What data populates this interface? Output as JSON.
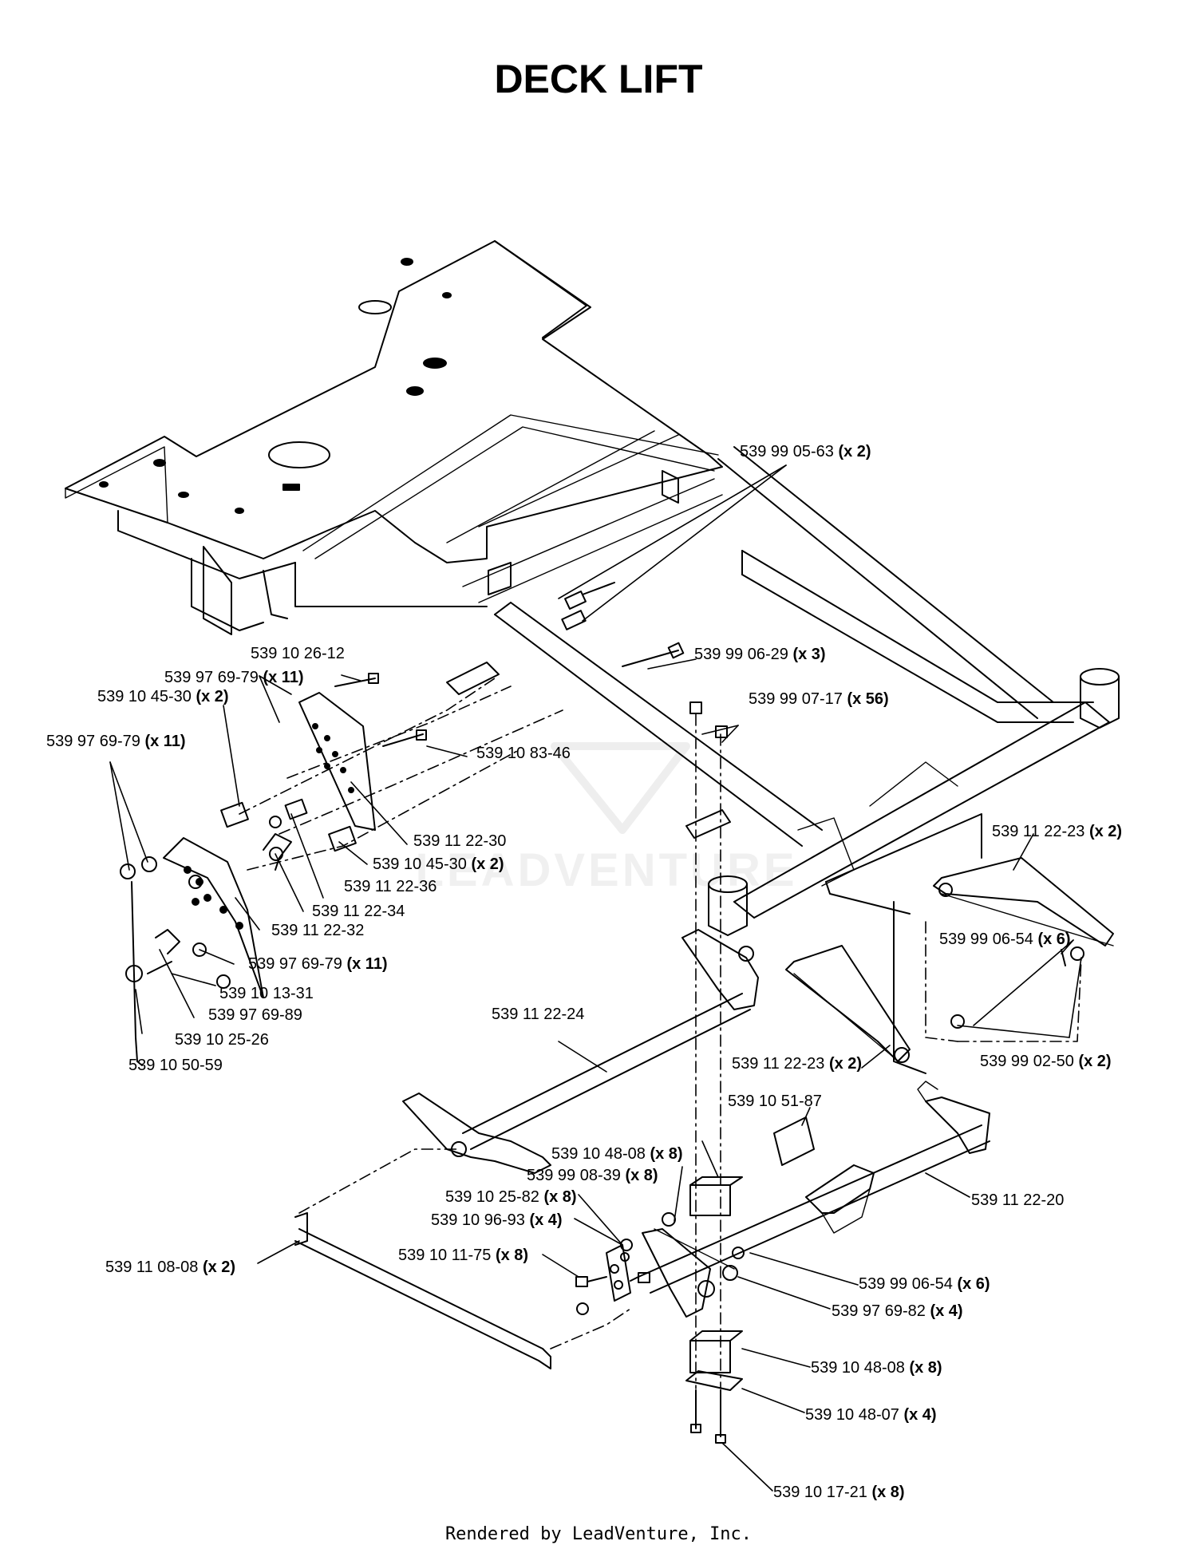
{
  "title": "DECK LIFT",
  "footer": "Rendered by LeadVenture, Inc.",
  "watermark": "LEADVENTURE",
  "labels": [
    {
      "part": "539 99 05-63",
      "qty": "(x 2)"
    },
    {
      "part": "539 99 06-29",
      "qty": "(x 3)"
    },
    {
      "part": "539 10 26-12",
      "qty": ""
    },
    {
      "part": "539 97 69-79",
      "qty": "(x 11)"
    },
    {
      "part": "539 10 45-30",
      "qty": "(x 2)"
    },
    {
      "part": "539 99 07-17",
      "qty": "(x 56)"
    },
    {
      "part": "539 97 69-79",
      "qty": "(x 11)"
    },
    {
      "part": "539 10 83-46",
      "qty": ""
    },
    {
      "part": "539 11 22-30",
      "qty": ""
    },
    {
      "part": "539 10 45-30",
      "qty": "(x 2)"
    },
    {
      "part": "539 11 22-23",
      "qty": "(x 2)"
    },
    {
      "part": "539 11 22-36",
      "qty": ""
    },
    {
      "part": "539 11 22-34",
      "qty": ""
    },
    {
      "part": "539 11 22-32",
      "qty": ""
    },
    {
      "part": "539 99 06-54",
      "qty": "(x 6)"
    },
    {
      "part": "539 97 69-79",
      "qty": "(x 11)"
    },
    {
      "part": "539 10 13-31",
      "qty": ""
    },
    {
      "part": "539 97 69-89",
      "qty": ""
    },
    {
      "part": "539 11 22-24",
      "qty": ""
    },
    {
      "part": "539 10 25-26",
      "qty": ""
    },
    {
      "part": "539 10 50-59",
      "qty": ""
    },
    {
      "part": "539 11 22-23",
      "qty": "(x 2)"
    },
    {
      "part": "539 99 02-50",
      "qty": "(x 2)"
    },
    {
      "part": "539 10 51-87",
      "qty": ""
    },
    {
      "part": "539 10 48-08",
      "qty": "(x 8)"
    },
    {
      "part": "539 99 08-39",
      "qty": "(x 8)"
    },
    {
      "part": "539 11 22-20",
      "qty": ""
    },
    {
      "part": "539 10 25-82",
      "qty": "(x 8)"
    },
    {
      "part": "539 10 96-93",
      "qty": "(x 4)"
    },
    {
      "part": "539 10 11-75",
      "qty": "(x 8)"
    },
    {
      "part": "539 11 08-08",
      "qty": "(x 2)"
    },
    {
      "part": "539 99 06-54",
      "qty": "(x 6)"
    },
    {
      "part": "539 97 69-82",
      "qty": "(x 4)"
    },
    {
      "part": "539 10 48-08",
      "qty": "(x 8)"
    },
    {
      "part": "539 10 48-07",
      "qty": "(x 4)"
    },
    {
      "part": "539 10 17-21",
      "qty": "(x 8)"
    }
  ]
}
